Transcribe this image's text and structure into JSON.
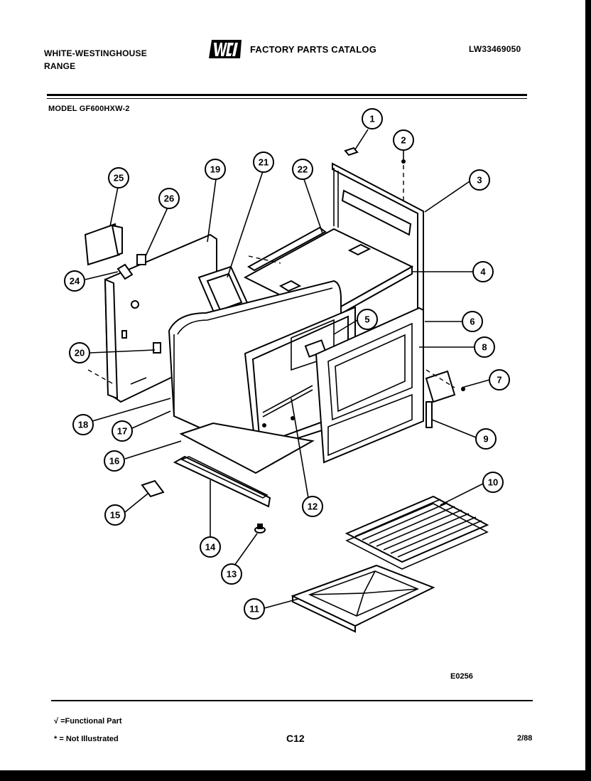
{
  "header": {
    "brand_line1": "WHITE-WESTINGHOUSE",
    "brand_line2": "RANGE",
    "logo_text": "WCI",
    "catalog_title": "FACTORY PARTS CATALOG",
    "publication_no": "LW33469050",
    "model_label": "MODEL GF600HXW-2"
  },
  "diagram": {
    "callouts": [
      "1",
      "2",
      "3",
      "4",
      "5",
      "6",
      "7",
      "8",
      "9",
      "10",
      "11",
      "12",
      "13",
      "14",
      "15",
      "16",
      "17",
      "18",
      "19",
      "20",
      "21",
      "22",
      "24",
      "25",
      "26"
    ],
    "drawing_code": "E0256"
  },
  "footer": {
    "legend_functional": "√ =Functional Part",
    "legend_not_illustrated": "* = Not Illustrated",
    "page_number": "C12",
    "date": "2/88"
  }
}
